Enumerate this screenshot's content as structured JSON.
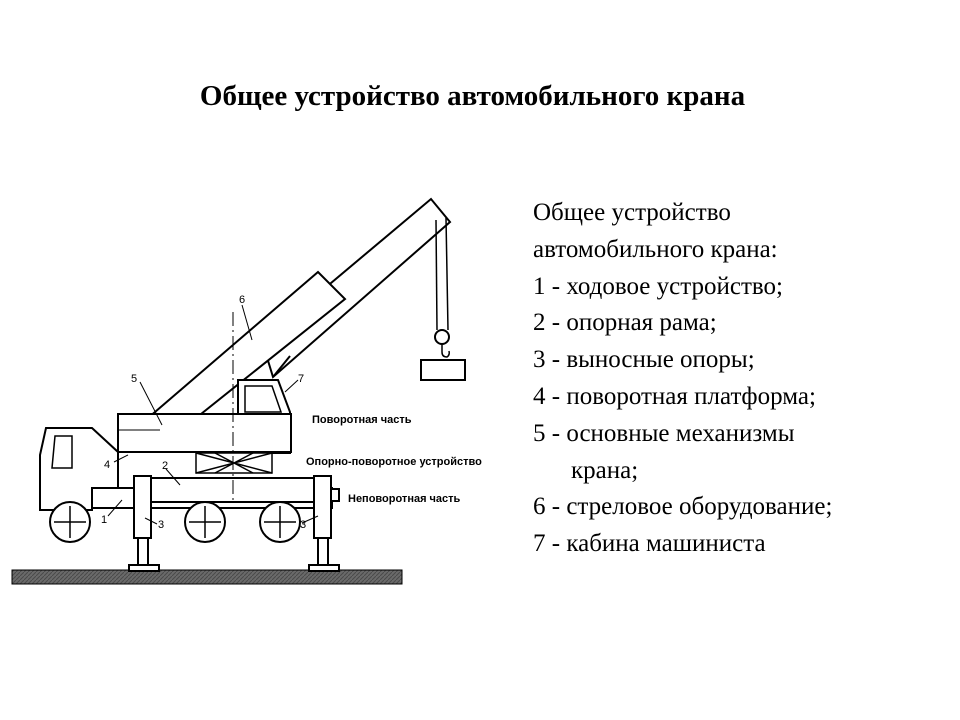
{
  "title": "Общее устройство автомобильного крана",
  "legend": {
    "heading_line1": "Общее устройство",
    "heading_line2": "автомобильного крана:",
    "items": [
      "1 - ходовое устройство;",
      "2 - опорная рама;",
      "3 - выносные опоры;",
      "4 - поворотная платформа;",
      "5 - основные механизмы",
      "крана;",
      "6 - стреловое оборудование;",
      "7 - кабина машиниста"
    ]
  },
  "diagram": {
    "part_labels": [
      "1",
      "2",
      "3",
      "3",
      "4",
      "5",
      "6",
      "7"
    ],
    "zone_labels": {
      "rotating": "Поворотная часть",
      "bearing": "Опорно-поворотное устройство",
      "fixed": "Неповоротная часть"
    }
  }
}
